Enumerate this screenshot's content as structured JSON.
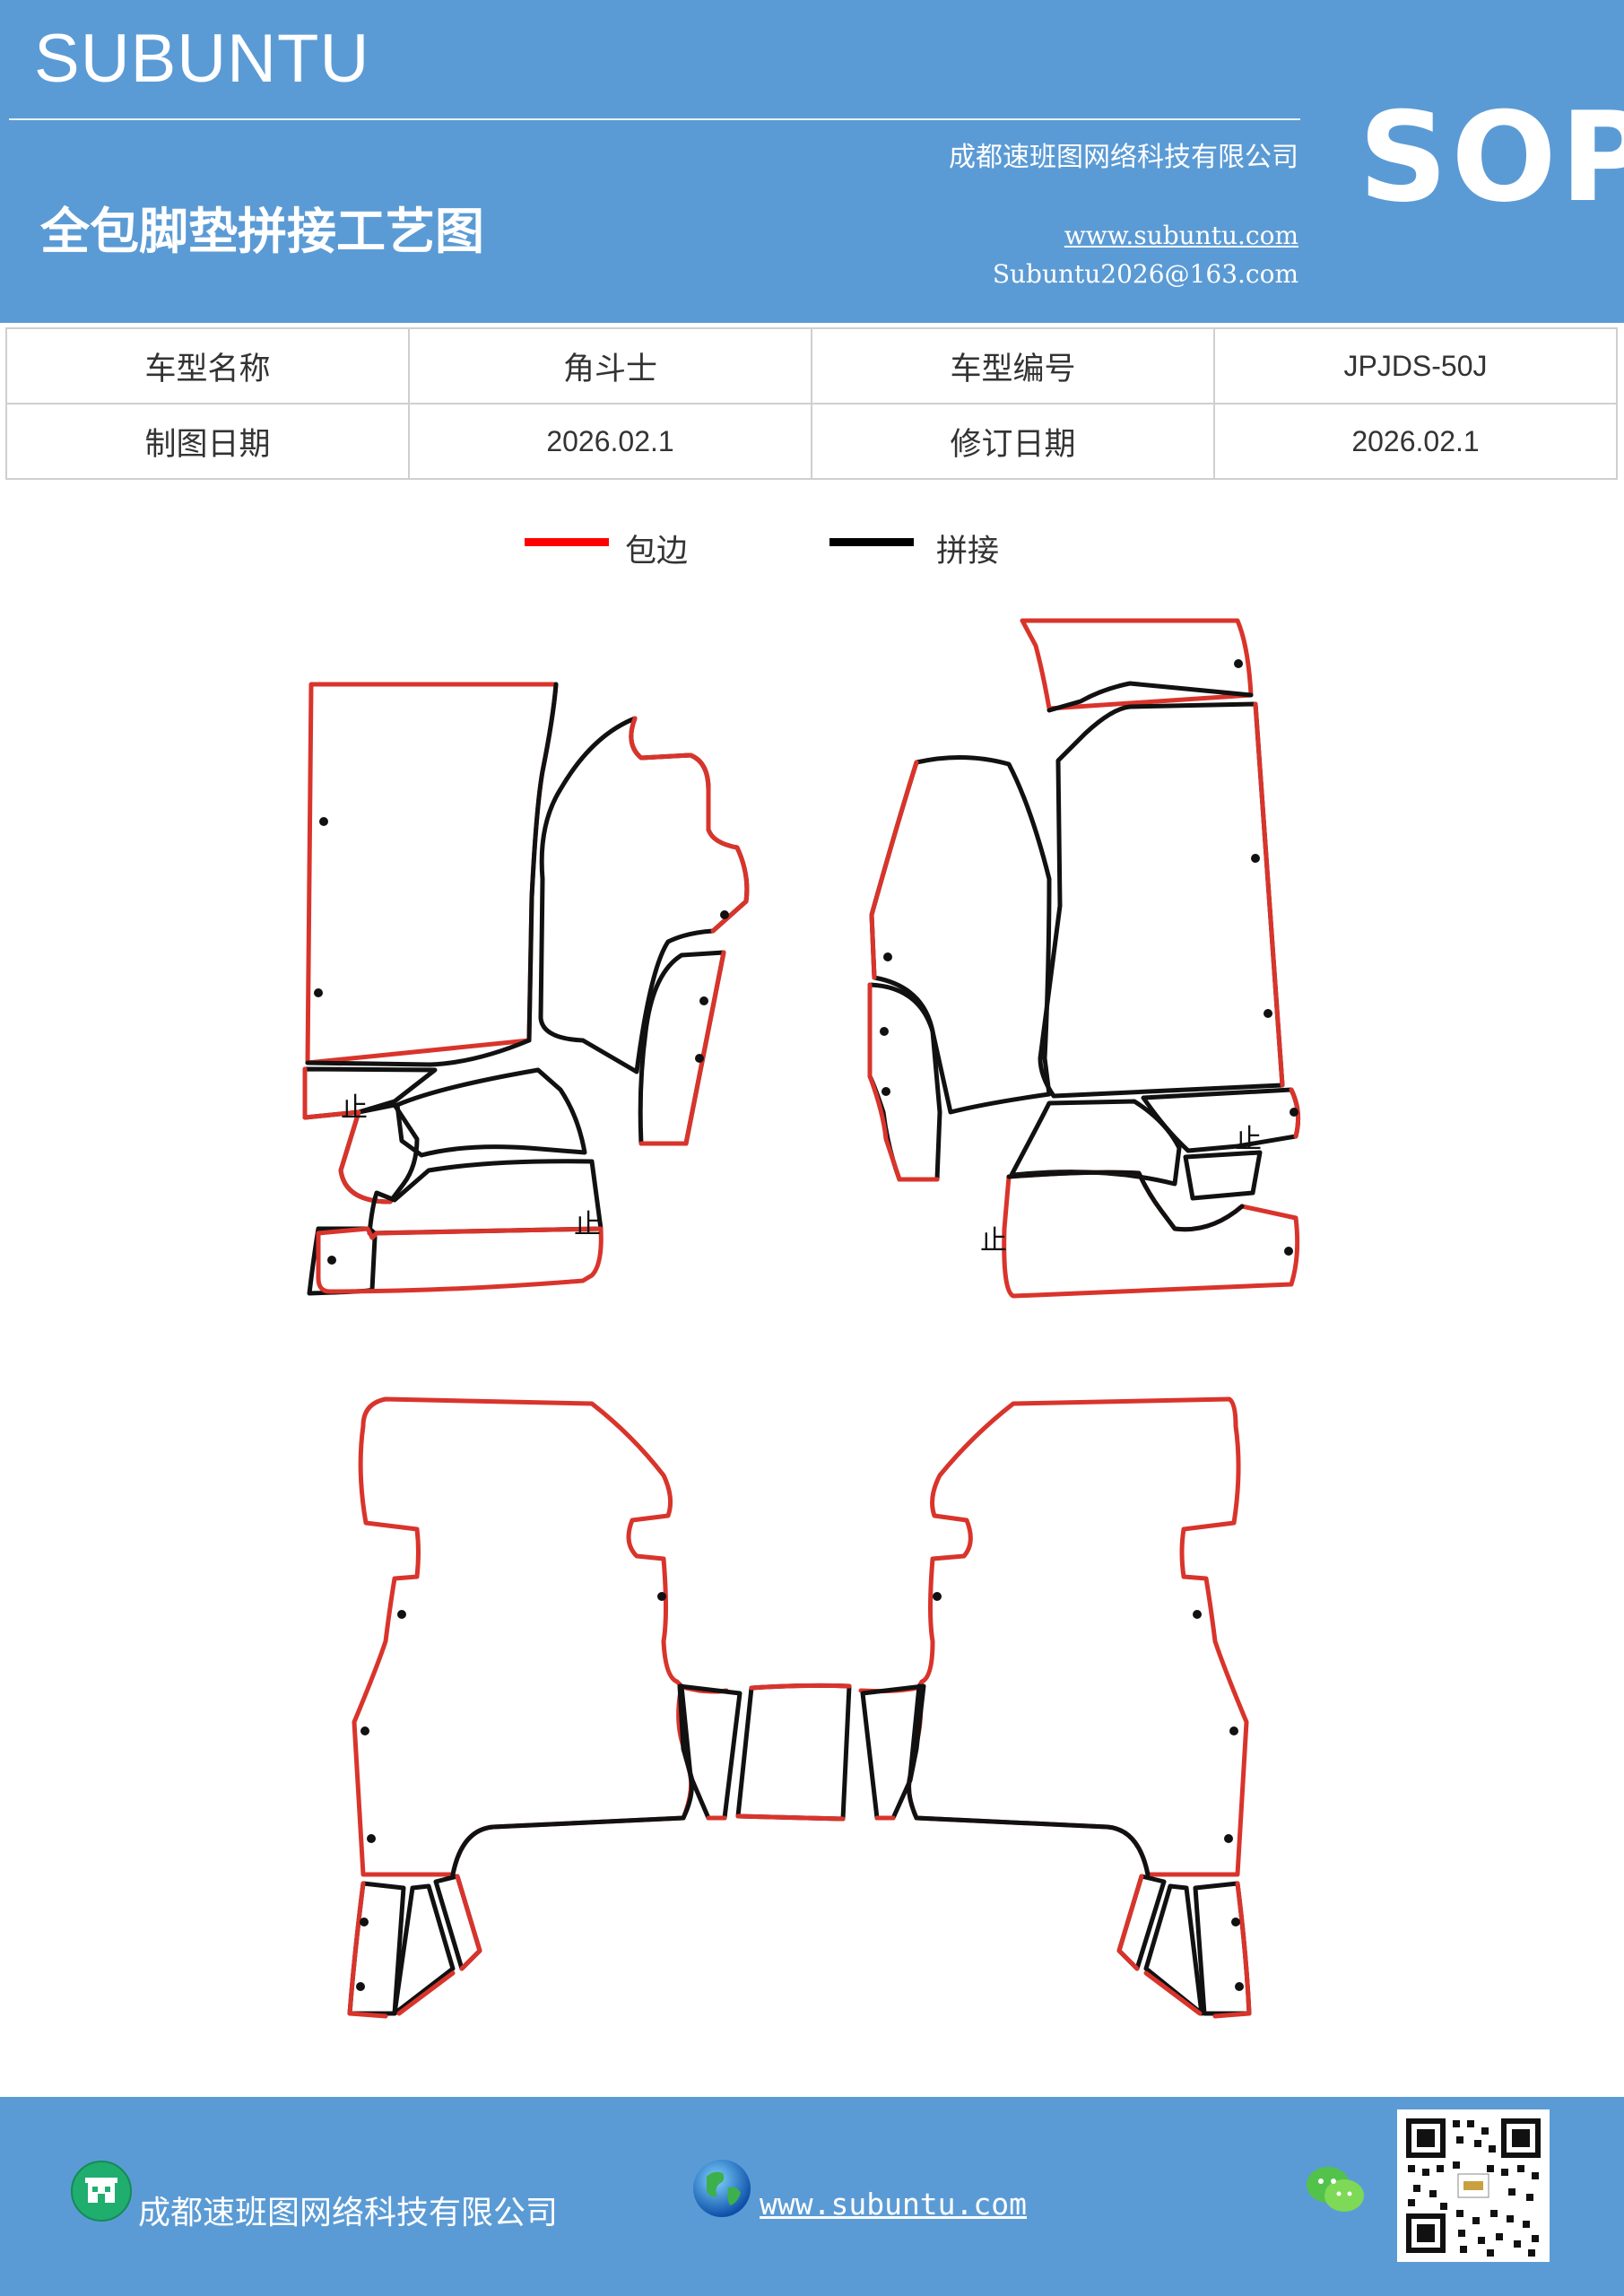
{
  "header": {
    "brand": "SUBUNTU",
    "badge": "SOP",
    "company": "成都速班图网络科技有限公司",
    "title": "全包脚垫拼接工艺图",
    "website": "www.subuntu.com",
    "email": "Subuntu2026@163.com"
  },
  "info_table": {
    "model_name_label": "车型名称",
    "model_name": "角斗士",
    "model_code_label": "车型编号",
    "model_code": "JPJDS-50J",
    "draw_date_label": "制图日期",
    "draw_date": "2026.02.1",
    "revision_date_label": "修订日期",
    "revision_date": "2026.02.1"
  },
  "legend": {
    "edge_label": "包边",
    "edge_color": "#ff0000",
    "splice_label": "拼接",
    "splice_color": "#000000"
  },
  "diagram": {
    "edge_color": "#d9342b",
    "seam_color": "#111111",
    "seam_mark": "止"
  },
  "footer": {
    "company": "成都速班图网络科技有限公司",
    "website": "www.subuntu.com",
    "icons": [
      "building-icon",
      "globe-icon",
      "wechat-icon",
      "qr-code"
    ]
  }
}
